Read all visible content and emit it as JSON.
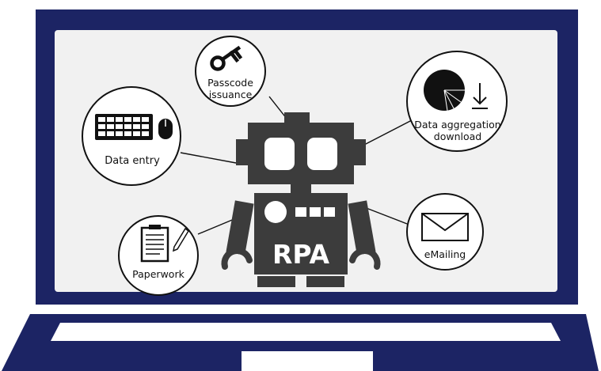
{
  "colors": {
    "frame": "#1c2464",
    "screen": "#f1f1f1",
    "robot": "#3c3c3c",
    "line": "#111111",
    "circle_fill": "#ffffff"
  },
  "robot": {
    "badge": "RPA"
  },
  "tasks": [
    {
      "id": "passcode",
      "icon": "key-icon",
      "lines": [
        "Passcode",
        "issuance"
      ]
    },
    {
      "id": "data-entry",
      "icon": "keyboard-mouse-icon",
      "lines": [
        "Data entry"
      ]
    },
    {
      "id": "data-aggregation",
      "icon": "pie-chart-download-icon",
      "lines": [
        "Data aggregation",
        "download"
      ]
    },
    {
      "id": "paperwork",
      "icon": "clipboard-pen-icon",
      "lines": [
        "Paperwork"
      ]
    },
    {
      "id": "emailing",
      "icon": "envelope-icon",
      "lines": [
        "eMailing"
      ]
    }
  ]
}
